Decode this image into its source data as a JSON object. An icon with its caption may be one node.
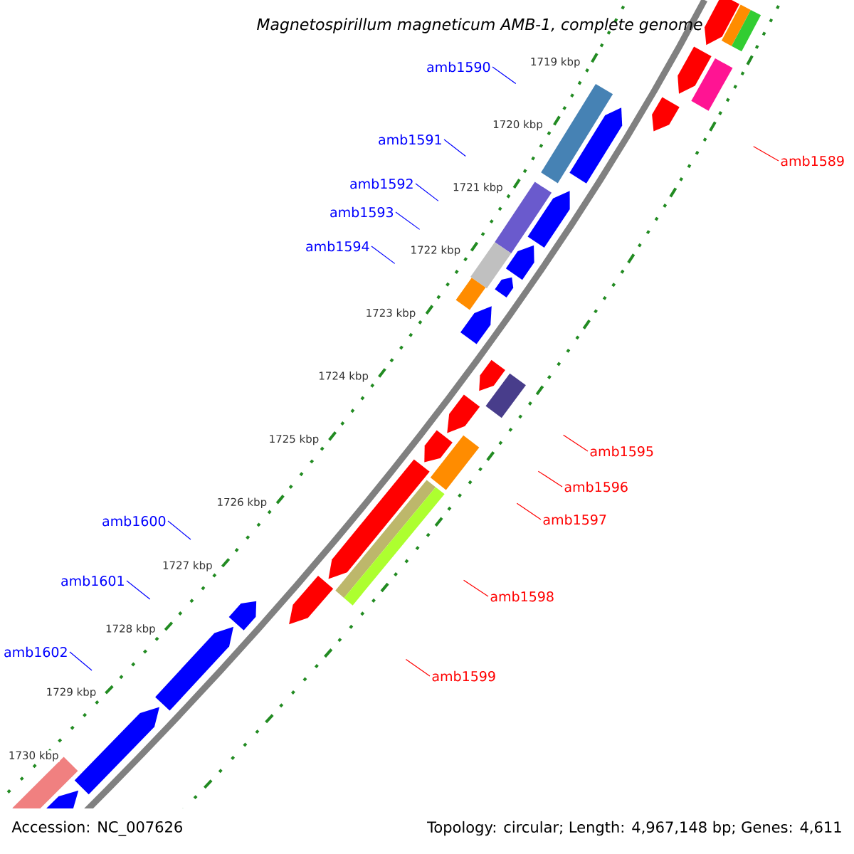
{
  "diagram": {
    "title": "Magnetospirillum magneticum AMB-1, complete genome",
    "nodes": [
      {
        "text": [
          "amb1590"
        ]
      },
      {
        "text": [
          "amb1591"
        ]
      },
      {
        "text": [
          "amb1589"
        ]
      },
      {
        "text": [
          "amb1592"
        ]
      },
      {
        "text": [
          "amb1593"
        ]
      },
      {
        "text": [
          "amb1594"
        ]
      },
      {
        "text": [
          "amb1595"
        ]
      },
      {
        "text": [
          "amb1596"
        ]
      },
      {
        "text": [
          "amb1597"
        ]
      },
      {
        "text": [
          "amb1600"
        ]
      },
      {
        "text": [
          "amb1601"
        ]
      },
      {
        "text": [
          "amb1598"
        ]
      },
      {
        "text": [
          "amb1602"
        ]
      },
      {
        "text": [
          "amb1599"
        ]
      }
    ],
    "edges": [
      {
        "from": 0,
        "to": null,
        "arrow": "none"
      },
      {
        "from": 1,
        "to": null,
        "arrow": "none"
      },
      {
        "from": 2,
        "to": null,
        "arrow": "none",
        "color": "#ff0000"
      },
      {
        "from": 3,
        "to": null,
        "arrow": "none"
      },
      {
        "from": 4,
        "to": null,
        "arrow": "none"
      },
      {
        "from": 5,
        "to": null,
        "arrow": "none"
      },
      {
        "from": 6,
        "to": null,
        "arrow": "none",
        "color": "#ff0000"
      },
      {
        "from": 7,
        "to": null,
        "arrow": "none",
        "color": "#ff0000"
      },
      {
        "from": 8,
        "to": null,
        "arrow": "none",
        "color": "#ff0000"
      },
      {
        "from": 9,
        "to": null,
        "arrow": "none"
      },
      {
        "from": 10,
        "to": null,
        "arrow": "none"
      },
      {
        "from": 11,
        "to": null,
        "arrow": "none",
        "color": "#ff0000"
      },
      {
        "from": 12,
        "to": null,
        "arrow": "none"
      },
      {
        "from": 13,
        "to": null,
        "arrow": "none",
        "color": "#ff0000"
      }
    ],
    "labels": [
      "1719 kbp",
      "1720 kbp",
      "1721 kbp",
      "1722 kbp",
      "1723 kbp",
      "1724 kbp",
      "1725 kbp",
      "1726 kbp",
      "1727 kbp",
      "1728 kbp",
      "1729 kbp",
      "1730 kbp",
      "Accession: NC_007626",
      "Topology: circular; Length: 4,967,148 bp; Genes: 4,611"
    ]
  }
}
